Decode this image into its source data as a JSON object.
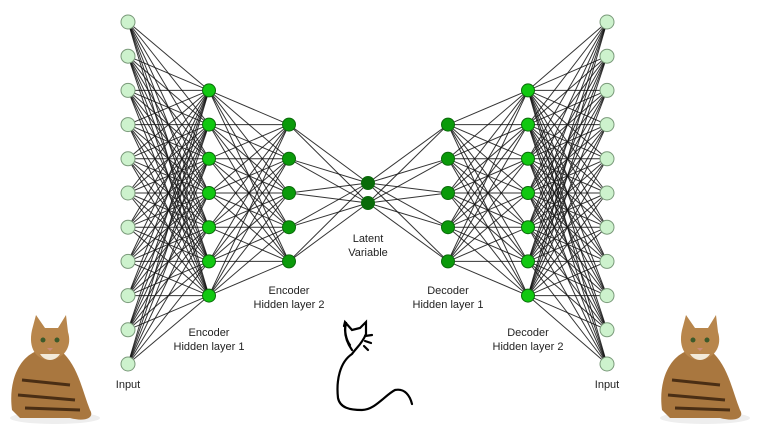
{
  "layers": [
    {
      "name": "input",
      "label": [
        "Input"
      ],
      "nodes": 11,
      "color": "#cdf2cd"
    },
    {
      "name": "encoder-hidden-1",
      "label": [
        "Encoder",
        "Hidden layer 1"
      ],
      "nodes": 7,
      "color": "#11c811"
    },
    {
      "name": "encoder-hidden-2",
      "label": [
        "Encoder",
        "Hidden layer 2"
      ],
      "nodes": 5,
      "color": "#0a9a0a"
    },
    {
      "name": "latent",
      "label": [
        "Latent",
        "Variable"
      ],
      "nodes": 2,
      "color": "#096b09"
    },
    {
      "name": "decoder-hidden-1",
      "label": [
        "Decoder",
        "Hidden layer 1"
      ],
      "nodes": 5,
      "color": "#0a9a0a"
    },
    {
      "name": "decoder-hidden-2",
      "label": [
        "Decoder",
        "Hidden layer 2"
      ],
      "nodes": 7,
      "color": "#11c811"
    },
    {
      "name": "output",
      "label": [
        "Input"
      ],
      "nodes": 11,
      "color": "#cdf2cd"
    }
  ],
  "images": {
    "left": "cat-photo",
    "center": "cat-sketch",
    "right": "cat-photo"
  }
}
